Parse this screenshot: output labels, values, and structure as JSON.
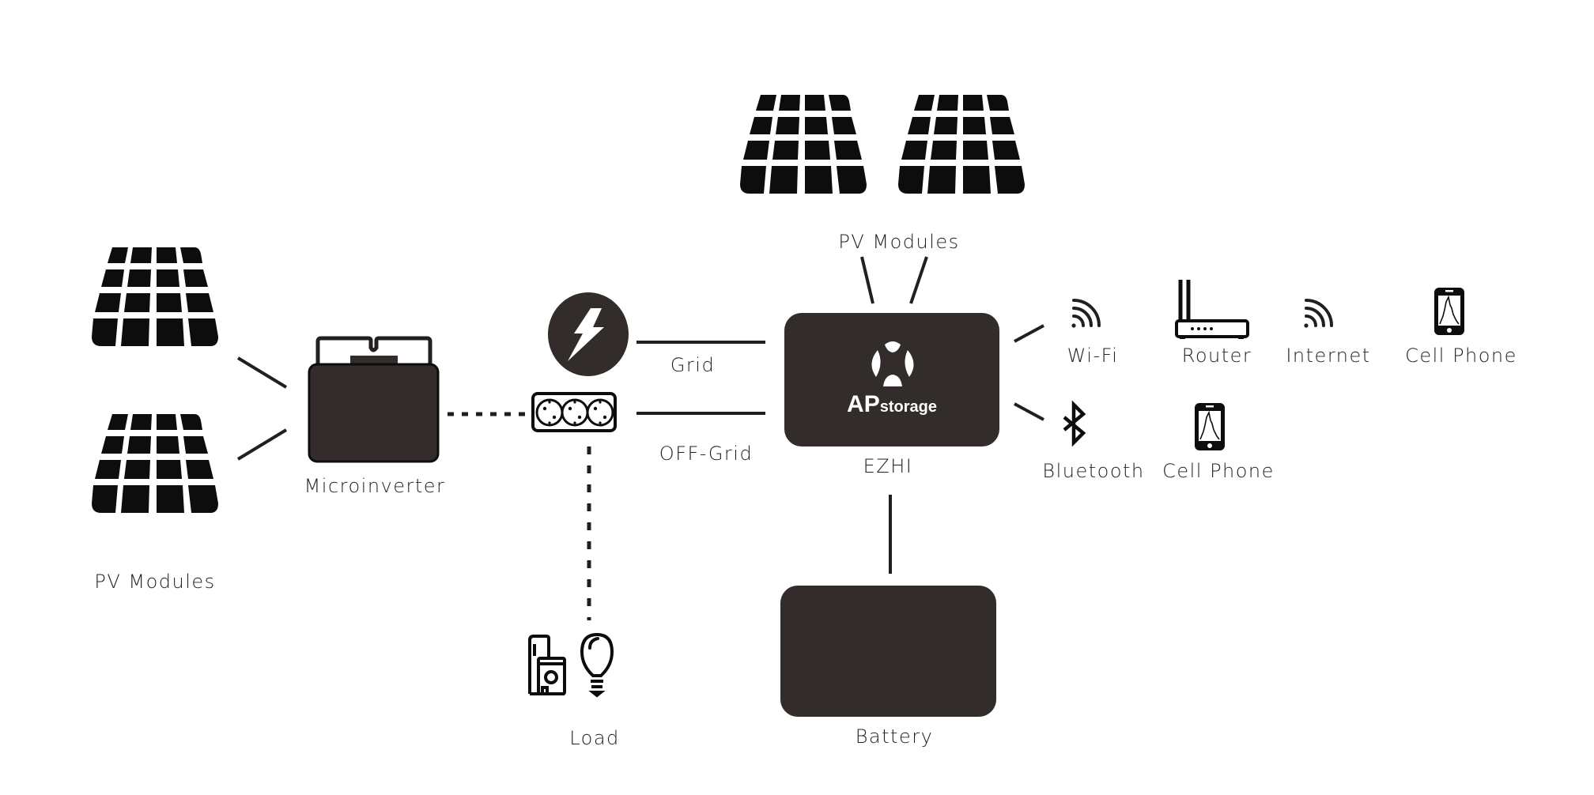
{
  "colors": {
    "device": "#322c2a",
    "panel": "#0d0d0d",
    "line": "#231f20",
    "text": "#231f20",
    "background": "#ffffff"
  },
  "labels": {
    "pv_modules_left": "PV Modules",
    "microinverter": "Microinverter",
    "grid": "Grid",
    "off_grid": "OFF-Grid",
    "load": "Load",
    "pv_modules_top": "PV Modules",
    "ezhi": "EZHI",
    "battery": "Battery",
    "wifi": "Wi-Fi",
    "router": "Router",
    "internet": "Internet",
    "cell_phone_1": "Cell Phone",
    "bluetooth": "Bluetooth",
    "cell_phone_2": "Cell Phone"
  },
  "brand": {
    "ap": "AP",
    "storage": "storage"
  },
  "connections": [
    {
      "from": "pv-modules-left-1",
      "to": "microinverter",
      "style": "solid"
    },
    {
      "from": "pv-modules-left-2",
      "to": "microinverter",
      "style": "solid"
    },
    {
      "from": "microinverter",
      "to": "power-strip",
      "style": "dotted"
    },
    {
      "from": "power-strip",
      "to": "load",
      "style": "dotted"
    },
    {
      "from": "grid",
      "to": "ezhi",
      "style": "solid"
    },
    {
      "from": "power-strip",
      "to": "ezhi",
      "style": "solid"
    },
    {
      "from": "pv-modules-top",
      "to": "ezhi",
      "style": "solid"
    },
    {
      "from": "ezhi",
      "to": "battery",
      "style": "solid"
    },
    {
      "from": "ezhi",
      "to": "wifi",
      "style": "solid"
    },
    {
      "from": "ezhi",
      "to": "bluetooth",
      "style": "solid"
    }
  ]
}
